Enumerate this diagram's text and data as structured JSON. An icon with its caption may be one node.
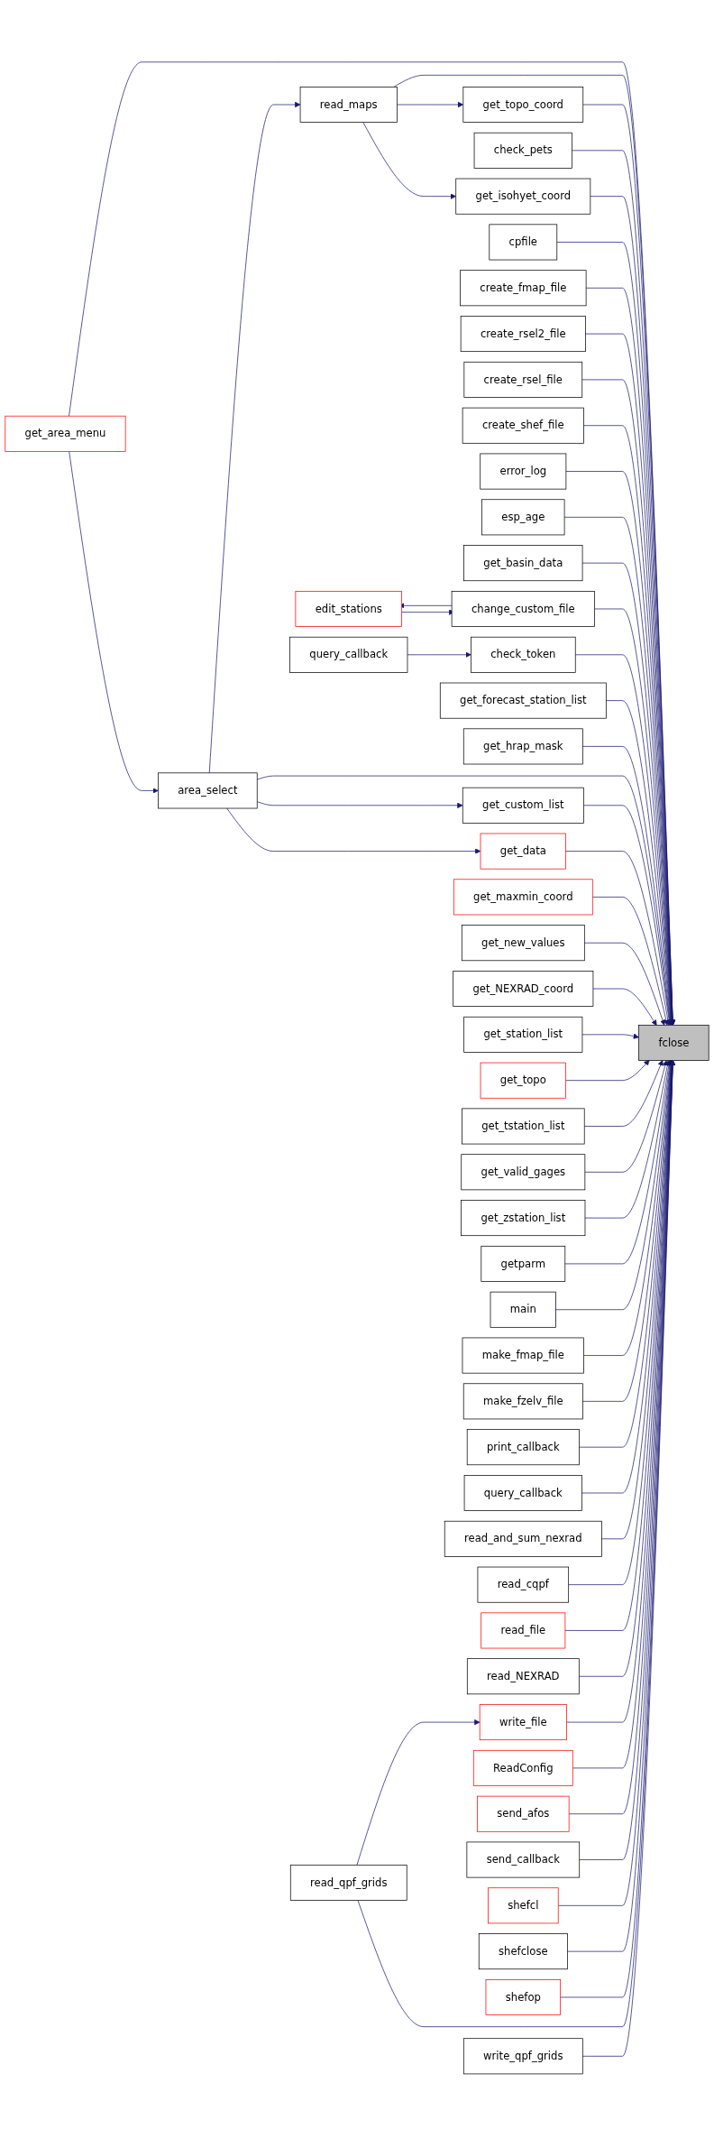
{
  "diagram": {
    "nodes": [
      {
        "text": [
          "get_area_menu"
        ]
      },
      {
        "text": [
          "read_maps"
        ]
      },
      {
        "text": [
          "get_topo_coord"
        ]
      },
      {
        "text": [
          "check_pets"
        ]
      },
      {
        "text": [
          "get_isohyet_coord"
        ]
      },
      {
        "text": [
          "cpfile"
        ]
      },
      {
        "text": [
          "create_fmap_file"
        ]
      },
      {
        "text": [
          "create_rsel2_file"
        ]
      },
      {
        "text": [
          "create_rsel_file"
        ]
      },
      {
        "text": [
          "create_shef_file"
        ]
      },
      {
        "text": [
          "error_log"
        ]
      },
      {
        "text": [
          "esp_age"
        ]
      },
      {
        "text": [
          "get_basin_data"
        ]
      },
      {
        "text": [
          "edit_stations"
        ]
      },
      {
        "text": [
          "change_custom_file"
        ]
      },
      {
        "text": [
          "query_callback"
        ]
      },
      {
        "text": [
          "check_token"
        ]
      },
      {
        "text": [
          "get_forecast_station_list"
        ]
      },
      {
        "text": [
          "get_hrap_mask"
        ]
      },
      {
        "text": [
          "area_select"
        ]
      },
      {
        "text": [
          "get_custom_list"
        ]
      },
      {
        "text": [
          "get_data"
        ]
      },
      {
        "text": [
          "get_maxmin_coord"
        ]
      },
      {
        "text": [
          "get_new_values"
        ]
      },
      {
        "text": [
          "get_NEXRAD_coord"
        ]
      },
      {
        "text": [
          "get_station_list"
        ]
      },
      {
        "text": [
          "fclose"
        ]
      },
      {
        "text": [
          "get_topo"
        ]
      },
      {
        "text": [
          "get_tstation_list"
        ]
      },
      {
        "text": [
          "get_valid_gages"
        ]
      },
      {
        "text": [
          "get_zstation_list"
        ]
      },
      {
        "text": [
          "getparm"
        ]
      },
      {
        "text": [
          "main"
        ]
      },
      {
        "text": [
          "make_fmap_file"
        ]
      },
      {
        "text": [
          "make_fzelv_file"
        ]
      },
      {
        "text": [
          "print_callback"
        ]
      },
      {
        "text": [
          "query_callback"
        ]
      },
      {
        "text": [
          "read_and_sum_nexrad"
        ]
      },
      {
        "text": [
          "read_cqpf"
        ]
      },
      {
        "text": [
          "read_file"
        ]
      },
      {
        "text": [
          "read_NEXRAD"
        ]
      },
      {
        "text": [
          "write_file"
        ]
      },
      {
        "text": [
          "ReadConfig"
        ]
      },
      {
        "text": [
          "send_afos"
        ]
      },
      {
        "text": [
          "send_callback"
        ]
      },
      {
        "text": [
          "shefcl"
        ]
      },
      {
        "text": [
          "shefclose"
        ]
      },
      {
        "text": [
          "shefop"
        ]
      },
      {
        "text": [
          "read_qpf_grids"
        ]
      },
      {
        "text": [
          "write_qpf_grids"
        ]
      }
    ],
    "edges": [
      {
        "from": 0,
        "to": 19,
        "arrow": "to"
      },
      {
        "from": 0,
        "to": 26,
        "arrow": "to"
      },
      {
        "from": 19,
        "to": 1,
        "arrow": "to"
      },
      {
        "from": 1,
        "to": 2,
        "arrow": "to"
      },
      {
        "from": 1,
        "to": 4,
        "arrow": "to"
      },
      {
        "from": 1,
        "to": 26,
        "arrow": "to"
      },
      {
        "from": 2,
        "to": 26,
        "arrow": "to"
      },
      {
        "from": 3,
        "to": 26,
        "arrow": "to"
      },
      {
        "from": 4,
        "to": 26,
        "arrow": "to"
      },
      {
        "from": 5,
        "to": 26,
        "arrow": "to"
      },
      {
        "from": 6,
        "to": 26,
        "arrow": "to"
      },
      {
        "from": 7,
        "to": 26,
        "arrow": "to"
      },
      {
        "from": 8,
        "to": 26,
        "arrow": "to"
      },
      {
        "from": 9,
        "to": 26,
        "arrow": "to"
      },
      {
        "from": 10,
        "to": 26,
        "arrow": "to"
      },
      {
        "from": 11,
        "to": 26,
        "arrow": "to"
      },
      {
        "from": 12,
        "to": 26,
        "arrow": "to"
      },
      {
        "from": 13,
        "to": 14,
        "arrow": "to"
      },
      {
        "from": 14,
        "to": 13,
        "arrow": "to"
      },
      {
        "from": 14,
        "to": 26,
        "arrow": "to"
      },
      {
        "from": 15,
        "to": 16,
        "arrow": "to"
      },
      {
        "from": 16,
        "to": 26,
        "arrow": "to"
      },
      {
        "from": 17,
        "to": 26,
        "arrow": "to"
      },
      {
        "from": 18,
        "to": 26,
        "arrow": "to"
      },
      {
        "from": 19,
        "to": 20,
        "arrow": "to"
      },
      {
        "from": 19,
        "to": 21,
        "arrow": "to"
      },
      {
        "from": 19,
        "to": 26,
        "arrow": "to"
      },
      {
        "from": 20,
        "to": 26,
        "arrow": "to"
      },
      {
        "from": 21,
        "to": 26,
        "arrow": "to"
      },
      {
        "from": 22,
        "to": 26,
        "arrow": "to"
      },
      {
        "from": 23,
        "to": 26,
        "arrow": "to"
      },
      {
        "from": 24,
        "to": 26,
        "arrow": "to"
      },
      {
        "from": 25,
        "to": 26,
        "arrow": "to"
      },
      {
        "from": 27,
        "to": 26,
        "arrow": "to"
      },
      {
        "from": 28,
        "to": 26,
        "arrow": "to"
      },
      {
        "from": 29,
        "to": 26,
        "arrow": "to"
      },
      {
        "from": 30,
        "to": 26,
        "arrow": "to"
      },
      {
        "from": 31,
        "to": 26,
        "arrow": "to"
      },
      {
        "from": 32,
        "to": 26,
        "arrow": "to"
      },
      {
        "from": 33,
        "to": 26,
        "arrow": "to"
      },
      {
        "from": 34,
        "to": 26,
        "arrow": "to"
      },
      {
        "from": 35,
        "to": 26,
        "arrow": "to"
      },
      {
        "from": 36,
        "to": 26,
        "arrow": "to"
      },
      {
        "from": 37,
        "to": 26,
        "arrow": "to"
      },
      {
        "from": 38,
        "to": 26,
        "arrow": "to"
      },
      {
        "from": 39,
        "to": 26,
        "arrow": "to"
      },
      {
        "from": 40,
        "to": 26,
        "arrow": "to"
      },
      {
        "from": 48,
        "to": 41,
        "arrow": "to"
      },
      {
        "from": 41,
        "to": 26,
        "arrow": "to"
      },
      {
        "from": 42,
        "to": 26,
        "arrow": "to"
      },
      {
        "from": 43,
        "to": 26,
        "arrow": "to"
      },
      {
        "from": 44,
        "to": 26,
        "arrow": "to"
      },
      {
        "from": 45,
        "to": 26,
        "arrow": "to"
      },
      {
        "from": 46,
        "to": 26,
        "arrow": "to"
      },
      {
        "from": 47,
        "to": 26,
        "arrow": "to"
      },
      {
        "from": 48,
        "to": 26,
        "arrow": "to"
      },
      {
        "from": 49,
        "to": 26,
        "arrow": "to"
      }
    ]
  }
}
